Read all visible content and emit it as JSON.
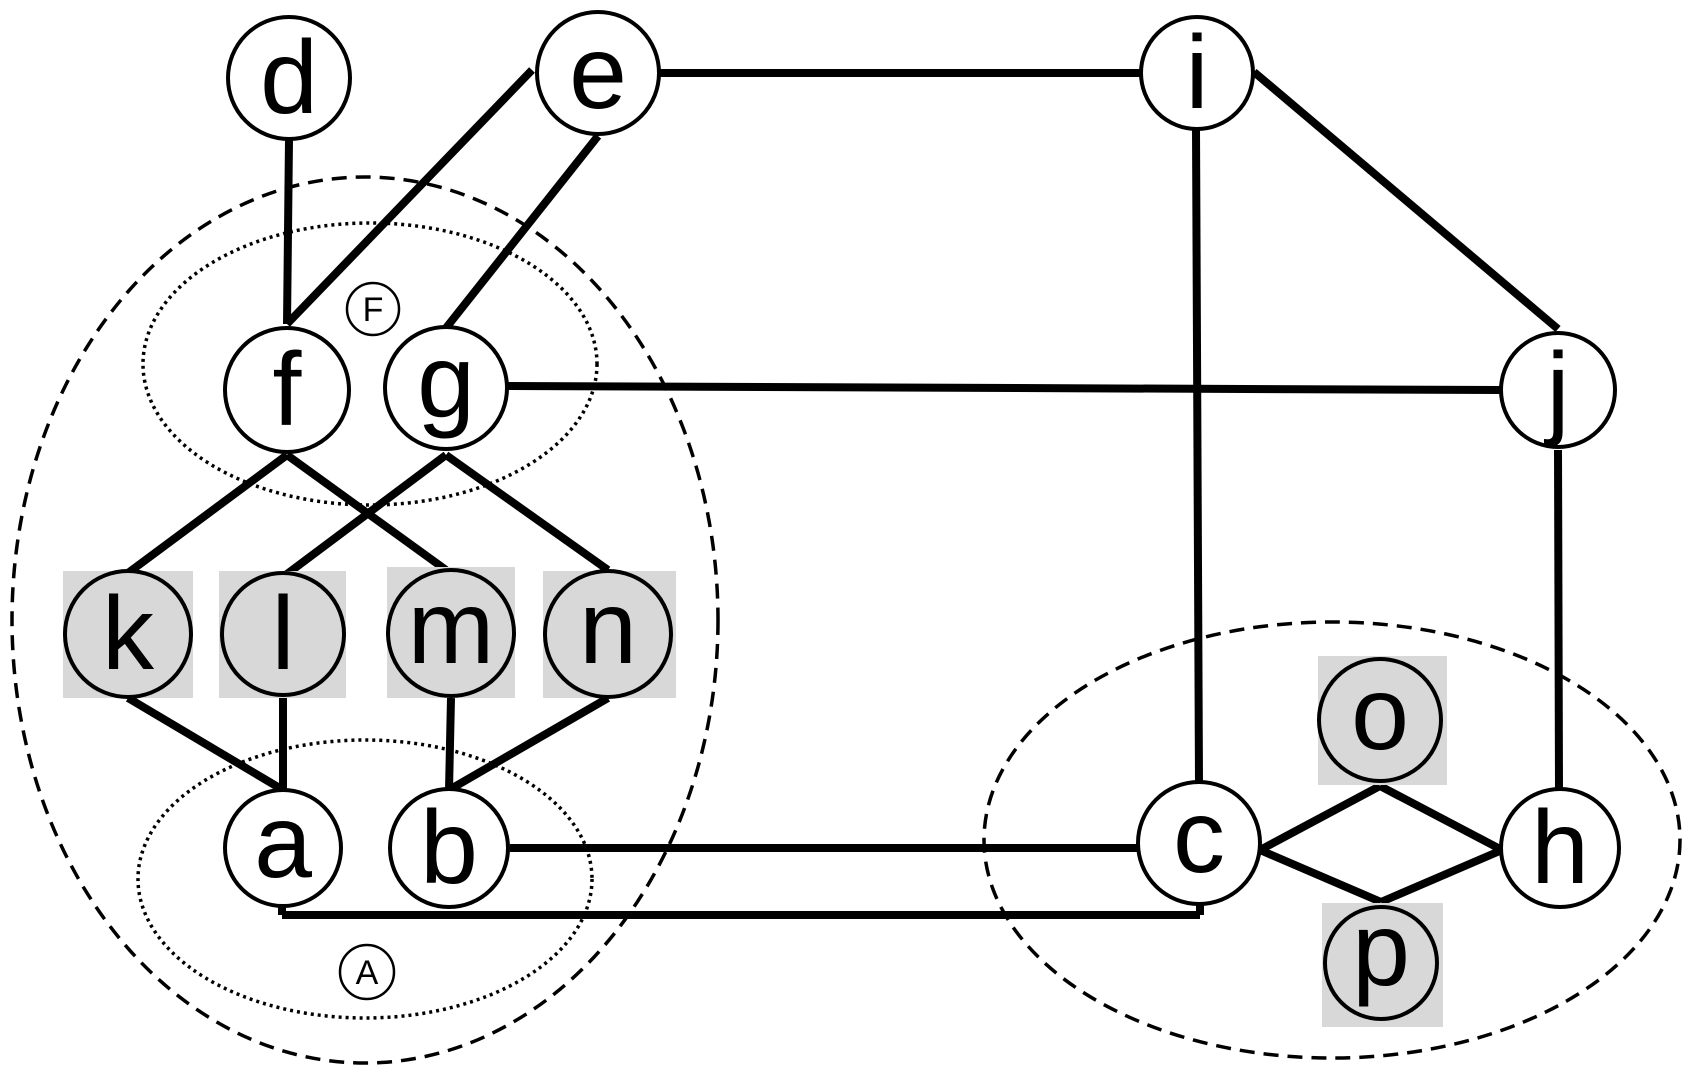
{
  "colors": {
    "line": "#000000",
    "node_fill": "#ffffff",
    "shaded_fill": "#d8d8d8"
  },
  "nodes": [
    {
      "id": "d",
      "label": "d",
      "shaded": false
    },
    {
      "id": "e",
      "label": "e",
      "shaded": false
    },
    {
      "id": "i",
      "label": "i",
      "shaded": false
    },
    {
      "id": "f",
      "label": "f",
      "shaded": false
    },
    {
      "id": "g",
      "label": "g",
      "shaded": false
    },
    {
      "id": "j",
      "label": "j",
      "shaded": false
    },
    {
      "id": "k",
      "label": "k",
      "shaded": true
    },
    {
      "id": "l",
      "label": "l",
      "shaded": true
    },
    {
      "id": "m",
      "label": "m",
      "shaded": true
    },
    {
      "id": "n",
      "label": "n",
      "shaded": true
    },
    {
      "id": "a",
      "label": "a",
      "shaded": false
    },
    {
      "id": "b",
      "label": "b",
      "shaded": false
    },
    {
      "id": "c",
      "label": "c",
      "shaded": false
    },
    {
      "id": "h",
      "label": "h",
      "shaded": false
    },
    {
      "id": "o",
      "label": "o",
      "shaded": true
    },
    {
      "id": "p",
      "label": "p",
      "shaded": true
    }
  ],
  "edges": [
    {
      "from": "d",
      "to": "f"
    },
    {
      "from": "e",
      "to": "f"
    },
    {
      "from": "e",
      "to": "g"
    },
    {
      "from": "e",
      "to": "i"
    },
    {
      "from": "i",
      "to": "j"
    },
    {
      "from": "i",
      "to": "c"
    },
    {
      "from": "g",
      "to": "j"
    },
    {
      "from": "j",
      "to": "h"
    },
    {
      "from": "f",
      "to": "k"
    },
    {
      "from": "f",
      "to": "m"
    },
    {
      "from": "g",
      "to": "l"
    },
    {
      "from": "g",
      "to": "n"
    },
    {
      "from": "k",
      "to": "a"
    },
    {
      "from": "l",
      "to": "a"
    },
    {
      "from": "m",
      "to": "b"
    },
    {
      "from": "n",
      "to": "b"
    },
    {
      "from": "b",
      "to": "c"
    },
    {
      "from": "a",
      "to": "c"
    },
    {
      "from": "c",
      "to": "o"
    },
    {
      "from": "c",
      "to": "p"
    },
    {
      "from": "o",
      "to": "h"
    },
    {
      "from": "p",
      "to": "h"
    }
  ],
  "groups": {
    "F": {
      "label": "F",
      "style": "dotted"
    },
    "A": {
      "label": "A",
      "style": "dotted"
    },
    "left_cluster": {
      "style": "dashed"
    },
    "right_cluster": {
      "style": "dashed"
    }
  }
}
